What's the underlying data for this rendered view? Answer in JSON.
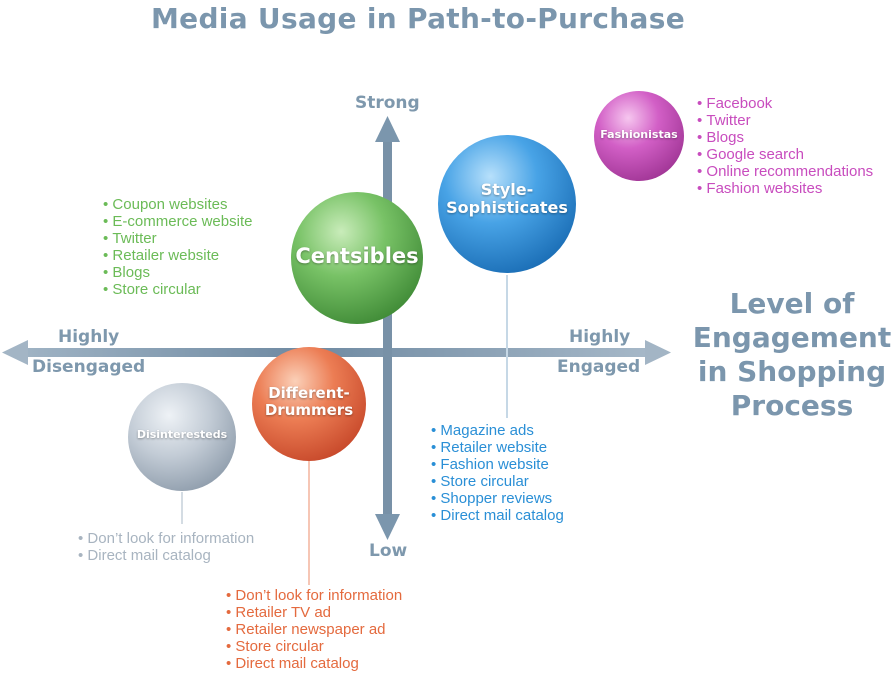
{
  "title": "Media Usage in Path-to-Purchase",
  "axes": {
    "top": "Strong",
    "bottom": "Low",
    "left_line1": "Highly",
    "left_line2": "Disengaged",
    "right_line1": "Highly",
    "right_line2": "Engaged",
    "engagement_label": [
      "Level of",
      "Engagement",
      "in Shopping",
      "Process"
    ]
  },
  "colors": {
    "axis": "#7b96ad",
    "centsibles": "#5aad4e",
    "style_sophisticates": "#2a8fd6",
    "fashionistas": "#c248b8",
    "different_drummers": "#e46a3e",
    "disinteresteds": "#a7b3c0"
  },
  "segments": {
    "centsibles": {
      "name": "Centsibles",
      "media": [
        "Coupon websites",
        "E-commerce website",
        "Twitter",
        "Retailer website",
        "Blogs",
        "Store circular"
      ]
    },
    "style_sophisticates": {
      "name_lines": [
        "Style-",
        "Sophisticates"
      ],
      "media": [
        "Magazine ads",
        "Retailer website",
        "Fashion website",
        "Store circular",
        "Shopper reviews",
        "Direct mail catalog"
      ]
    },
    "fashionistas": {
      "name": "Fashionistas",
      "media": [
        "Facebook",
        "Twitter",
        "Blogs",
        "Google search",
        "Online recommendations",
        "Fashion websites"
      ]
    },
    "different_drummers": {
      "name_lines": [
        "Different-",
        "Drummers"
      ],
      "media": [
        "Don’t look for information",
        "Retailer TV ad",
        "Retailer newspaper ad",
        "Store circular",
        "Direct mail catalog"
      ]
    },
    "disinteresteds": {
      "name": "Disinteresteds",
      "media": [
        "Don’t look for information",
        "Direct mail catalog"
      ]
    }
  }
}
